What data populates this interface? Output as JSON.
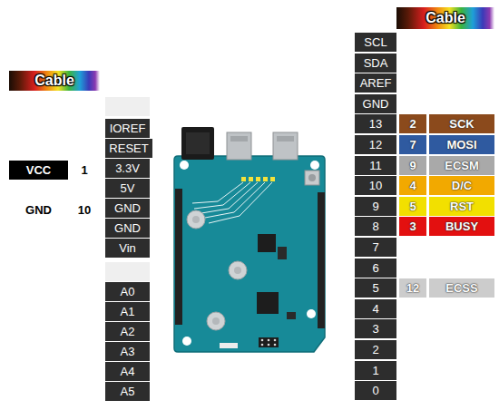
{
  "diagram": {
    "nodes": [
      {
        "text": [
          "Cable"
        ]
      },
      {
        "text": [
          "VCC"
        ]
      },
      {
        "text": [
          "1"
        ]
      },
      {
        "text": [
          "GND"
        ]
      },
      {
        "text": [
          "10"
        ]
      },
      {
        "text": [
          "IOREF"
        ]
      },
      {
        "text": [
          "RESET"
        ]
      },
      {
        "text": [
          "3.3V"
        ]
      },
      {
        "text": [
          "5V"
        ]
      },
      {
        "text": [
          "GND"
        ]
      },
      {
        "text": [
          "GND"
        ]
      },
      {
        "text": [
          "Vin"
        ]
      },
      {
        "text": [
          "A0"
        ]
      },
      {
        "text": [
          "A1"
        ]
      },
      {
        "text": [
          "A2"
        ]
      },
      {
        "text": [
          "A3"
        ]
      },
      {
        "text": [
          "A4"
        ]
      },
      {
        "text": [
          "A5"
        ]
      },
      {
        "text": [
          "Cable"
        ]
      },
      {
        "text": [
          "SCL"
        ]
      },
      {
        "text": [
          "SDA"
        ]
      },
      {
        "text": [
          "AREF"
        ]
      },
      {
        "text": [
          "GND"
        ]
      },
      {
        "text": [
          "13"
        ]
      },
      {
        "text": [
          "12"
        ]
      },
      {
        "text": [
          "11"
        ]
      },
      {
        "text": [
          "10"
        ]
      },
      {
        "text": [
          "9"
        ]
      },
      {
        "text": [
          "8"
        ]
      },
      {
        "text": [
          "7"
        ]
      },
      {
        "text": [
          "6"
        ]
      },
      {
        "text": [
          "5"
        ]
      },
      {
        "text": [
          "4"
        ]
      },
      {
        "text": [
          "3"
        ]
      },
      {
        "text": [
          "2"
        ]
      },
      {
        "text": [
          "1"
        ]
      },
      {
        "text": [
          "0"
        ]
      },
      {
        "text": [
          "2"
        ]
      },
      {
        "text": [
          "SCK"
        ]
      },
      {
        "text": [
          "7"
        ]
      },
      {
        "text": [
          "MOSI"
        ]
      },
      {
        "text": [
          "9"
        ]
      },
      {
        "text": [
          "ECSM"
        ]
      },
      {
        "text": [
          "4"
        ]
      },
      {
        "text": [
          "D/C"
        ]
      },
      {
        "text": [
          "5"
        ]
      },
      {
        "text": [
          "RST"
        ]
      },
      {
        "text": [
          "3"
        ]
      },
      {
        "text": [
          "BUSY"
        ]
      },
      {
        "text": [
          "12"
        ]
      },
      {
        "text": [
          "ECSS"
        ]
      }
    ]
  }
}
